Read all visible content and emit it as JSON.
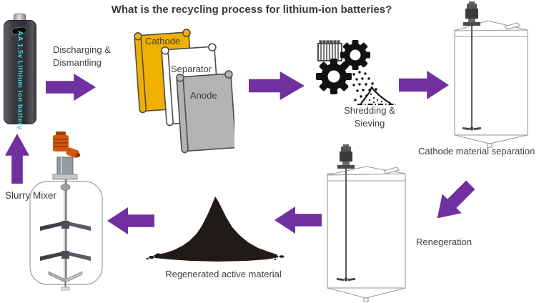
{
  "title": "What is the recycling process for lithium-ion batteries?",
  "battery": {
    "label": "AA 1.5v Lithium ion battery"
  },
  "labels": {
    "discharging": "Discharging &\nDismantling",
    "shredding": "Shredding &\nSieving",
    "cathode_separation": "Cathode material separation",
    "regeneration": "Renegeration",
    "regenerated_material": "Regenerated active material",
    "slurry_mixer": "Slurry Mixer"
  },
  "sheets": {
    "cathode": "Cathode",
    "separator": "Separator",
    "anode": "Anode"
  },
  "colors": {
    "arrow_purple": "#7030A0",
    "cathode_yellow": "#F0B000",
    "separator_white": "#FFFFFF",
    "anode_gray": "#B3B3B3",
    "sheet_outline": "#4d4d46",
    "battery_text": "#35DFE6",
    "motor_orange": "#D4560C",
    "text_dark": "#3F3F3F",
    "tank_outline": "#9B9B9B"
  }
}
